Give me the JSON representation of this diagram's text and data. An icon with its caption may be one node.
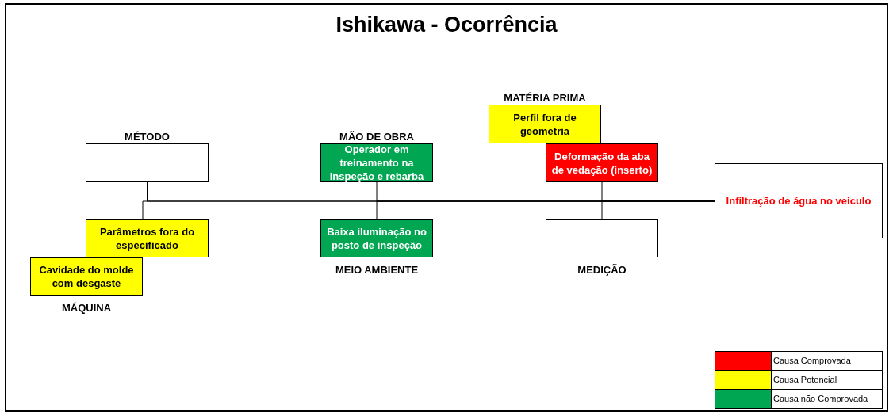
{
  "diagram": {
    "title": "Ishikawa - Ocorrência",
    "nodes": [
      {
        "text": [
          "MÉTODO"
        ]
      },
      {
        "text": [
          "MÃO DE OBRA",
          "Operador em treinamento na inspeção e rebarba"
        ]
      },
      {
        "text": [
          "MATÉRIA PRIMA",
          "Perfil fora de geometria"
        ]
      },
      {
        "text": [
          "Deformação da aba de vedação (inserto)"
        ]
      },
      {
        "text": [
          "Parâmetros fora do especificado"
        ]
      },
      {
        "text": [
          "Cavidade do molde com desgaste",
          "MÁQUINA"
        ]
      },
      {
        "text": [
          "Baixa iluminação no posto de inspeção",
          "MEIO AMBIENTE"
        ]
      },
      {
        "text": [
          "MEDIÇÃO"
        ]
      },
      {
        "text": [
          "Infiltração de água no veiculo"
        ]
      }
    ],
    "edges": [
      {
        "from": 0,
        "to": 8,
        "arrow": "none"
      },
      {
        "from": 4,
        "to": 8,
        "arrow": "none"
      },
      {
        "from": 1,
        "to": 8,
        "arrow": "none"
      },
      {
        "from": 6,
        "to": 8,
        "arrow": "none"
      },
      {
        "from": 3,
        "to": 8,
        "arrow": "none"
      },
      {
        "from": 7,
        "to": 8,
        "arrow": "none"
      }
    ],
    "legend": [
      {
        "text": "Causa Comprovada",
        "color": "#ff0000"
      },
      {
        "text": "Causa Potencial",
        "color": "#ffff00"
      },
      {
        "text": "Causa não Comprovada",
        "color": "#00a651"
      }
    ]
  }
}
